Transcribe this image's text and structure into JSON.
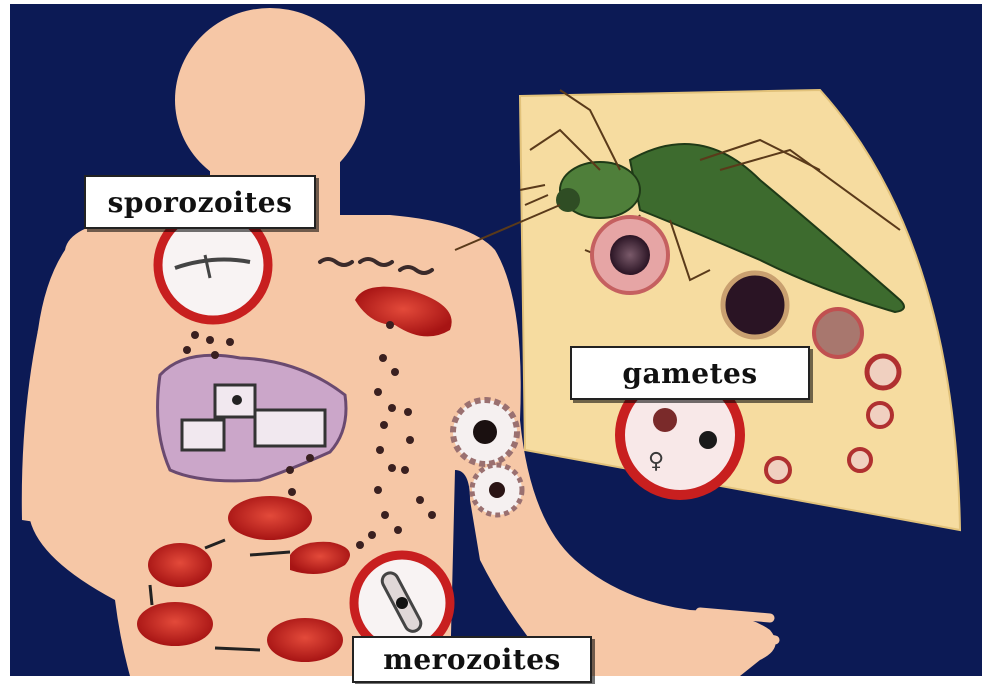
{
  "labels": {
    "sporozoites": "sporozoites",
    "gametes": "gametes",
    "merozoites": "merozoites"
  },
  "colors": {
    "background": "#0c1a55",
    "skin": "#f6c7a6",
    "mosquito_panel": "#f6dca0",
    "blood_cell": "#c81f1f",
    "liver": "#cba6c9",
    "mosquito_body": "#3d6b2e"
  },
  "icons": [
    "human-body-figure",
    "mosquito-icon",
    "liver-icon",
    "red-blood-cell-icon",
    "female-symbol-icon"
  ]
}
